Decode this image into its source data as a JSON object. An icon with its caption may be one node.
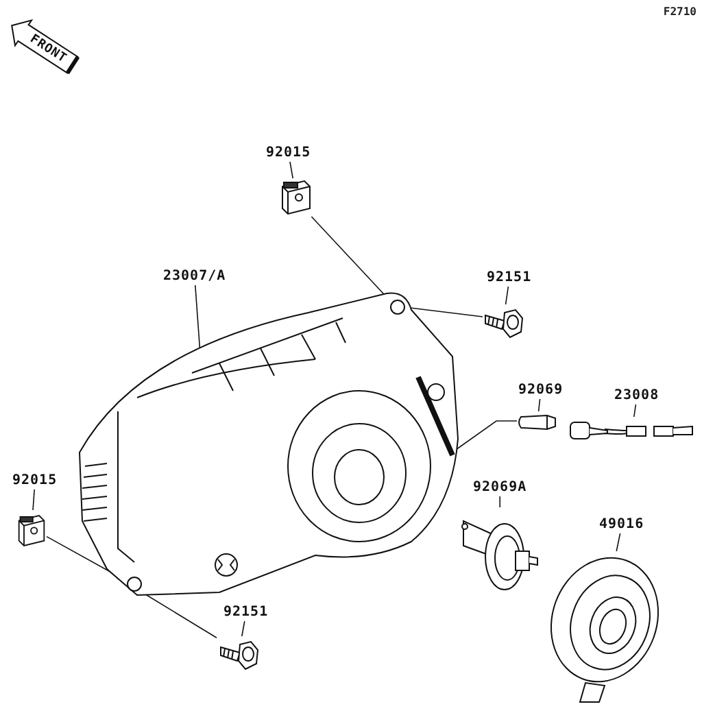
{
  "diagram": {
    "nodes": [
      {
        "text": [
          "92015"
        ]
      },
      {
        "text": [],
        "shape": "picture"
      },
      {
        "text": [
          "23007/A"
        ]
      },
      {
        "text": [],
        "shape": "picture"
      },
      {
        "text": [
          "92151"
        ]
      },
      {
        "text": [],
        "shape": "picture"
      },
      {
        "text": [
          "92069"
        ]
      },
      {
        "text": [],
        "shape": "picture"
      },
      {
        "text": [
          "23008"
        ]
      },
      {
        "text": [],
        "shape": "picture"
      },
      {
        "text": [
          "92015"
        ]
      },
      {
        "text": [],
        "shape": "picture"
      },
      {
        "text": [
          "92151"
        ]
      },
      {
        "text": [],
        "shape": "picture"
      },
      {
        "text": [
          "92069A"
        ]
      },
      {
        "text": [],
        "shape": "picture"
      },
      {
        "text": [
          "49016"
        ]
      },
      {
        "text": [],
        "shape": "picture"
      }
    ],
    "edges": [
      {
        "from": 0,
        "to": 1,
        "arrow": "none"
      },
      {
        "from": 1,
        "to": 3,
        "arrow": "none"
      },
      {
        "from": 2,
        "to": 3,
        "arrow": "none"
      },
      {
        "from": 4,
        "to": 5,
        "arrow": "none"
      },
      {
        "from": 5,
        "to": 3,
        "arrow": "none"
      },
      {
        "from": 6,
        "to": 7,
        "arrow": "none"
      },
      {
        "from": 7,
        "to": 3,
        "arrow": "none"
      },
      {
        "from": 8,
        "to": 9,
        "arrow": "none"
      },
      {
        "from": 10,
        "to": 11,
        "arrow": "none"
      },
      {
        "from": 11,
        "to": 3,
        "arrow": "none"
      },
      {
        "from": 12,
        "to": 13,
        "arrow": "none"
      },
      {
        "from": 13,
        "to": 3,
        "arrow": "none"
      },
      {
        "from": 14,
        "to": 15,
        "arrow": "none"
      },
      {
        "from": 16,
        "to": 17,
        "arrow": "none"
      }
    ],
    "labels": [
      "F2710",
      "FRONT"
    ]
  }
}
